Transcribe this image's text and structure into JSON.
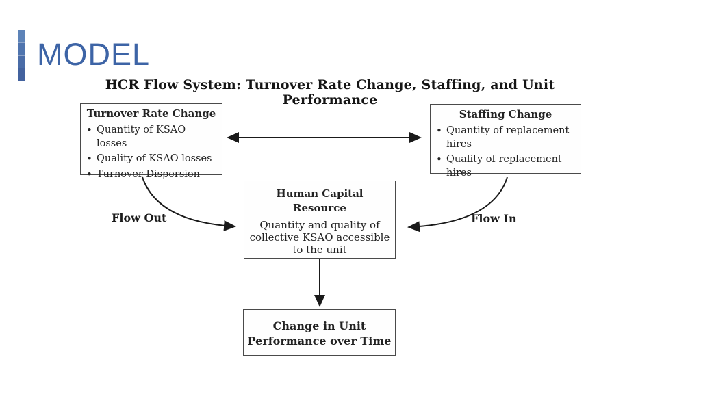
{
  "slide": {
    "title": "MODEL",
    "accent_color": "#3d64a6"
  },
  "diagram": {
    "title": "HCR Flow System: Turnover Rate Change, Staffing, and Unit Performance",
    "boxes": {
      "turnover": {
        "heading": "Turnover Rate Change",
        "bullets": [
          "Quantity of KSAO\nlosses",
          "Quality of KSAO losses",
          "Turnover Dispersion"
        ]
      },
      "staffing": {
        "heading": "Staffing Change",
        "bullets": [
          "Quantity of replacement\nhires",
          "Quality of replacement\nhires"
        ]
      },
      "hcr": {
        "heading": "Human Capital\nResource",
        "body": "Quantity and quality of\ncollective KSAO accessible\nto the unit"
      },
      "change": {
        "heading": "Change in Unit\nPerformance over Time"
      }
    },
    "labels": {
      "flow_out": "Flow Out",
      "flow_in": "Flow In"
    },
    "arrow_color": "#1a1a1a"
  }
}
